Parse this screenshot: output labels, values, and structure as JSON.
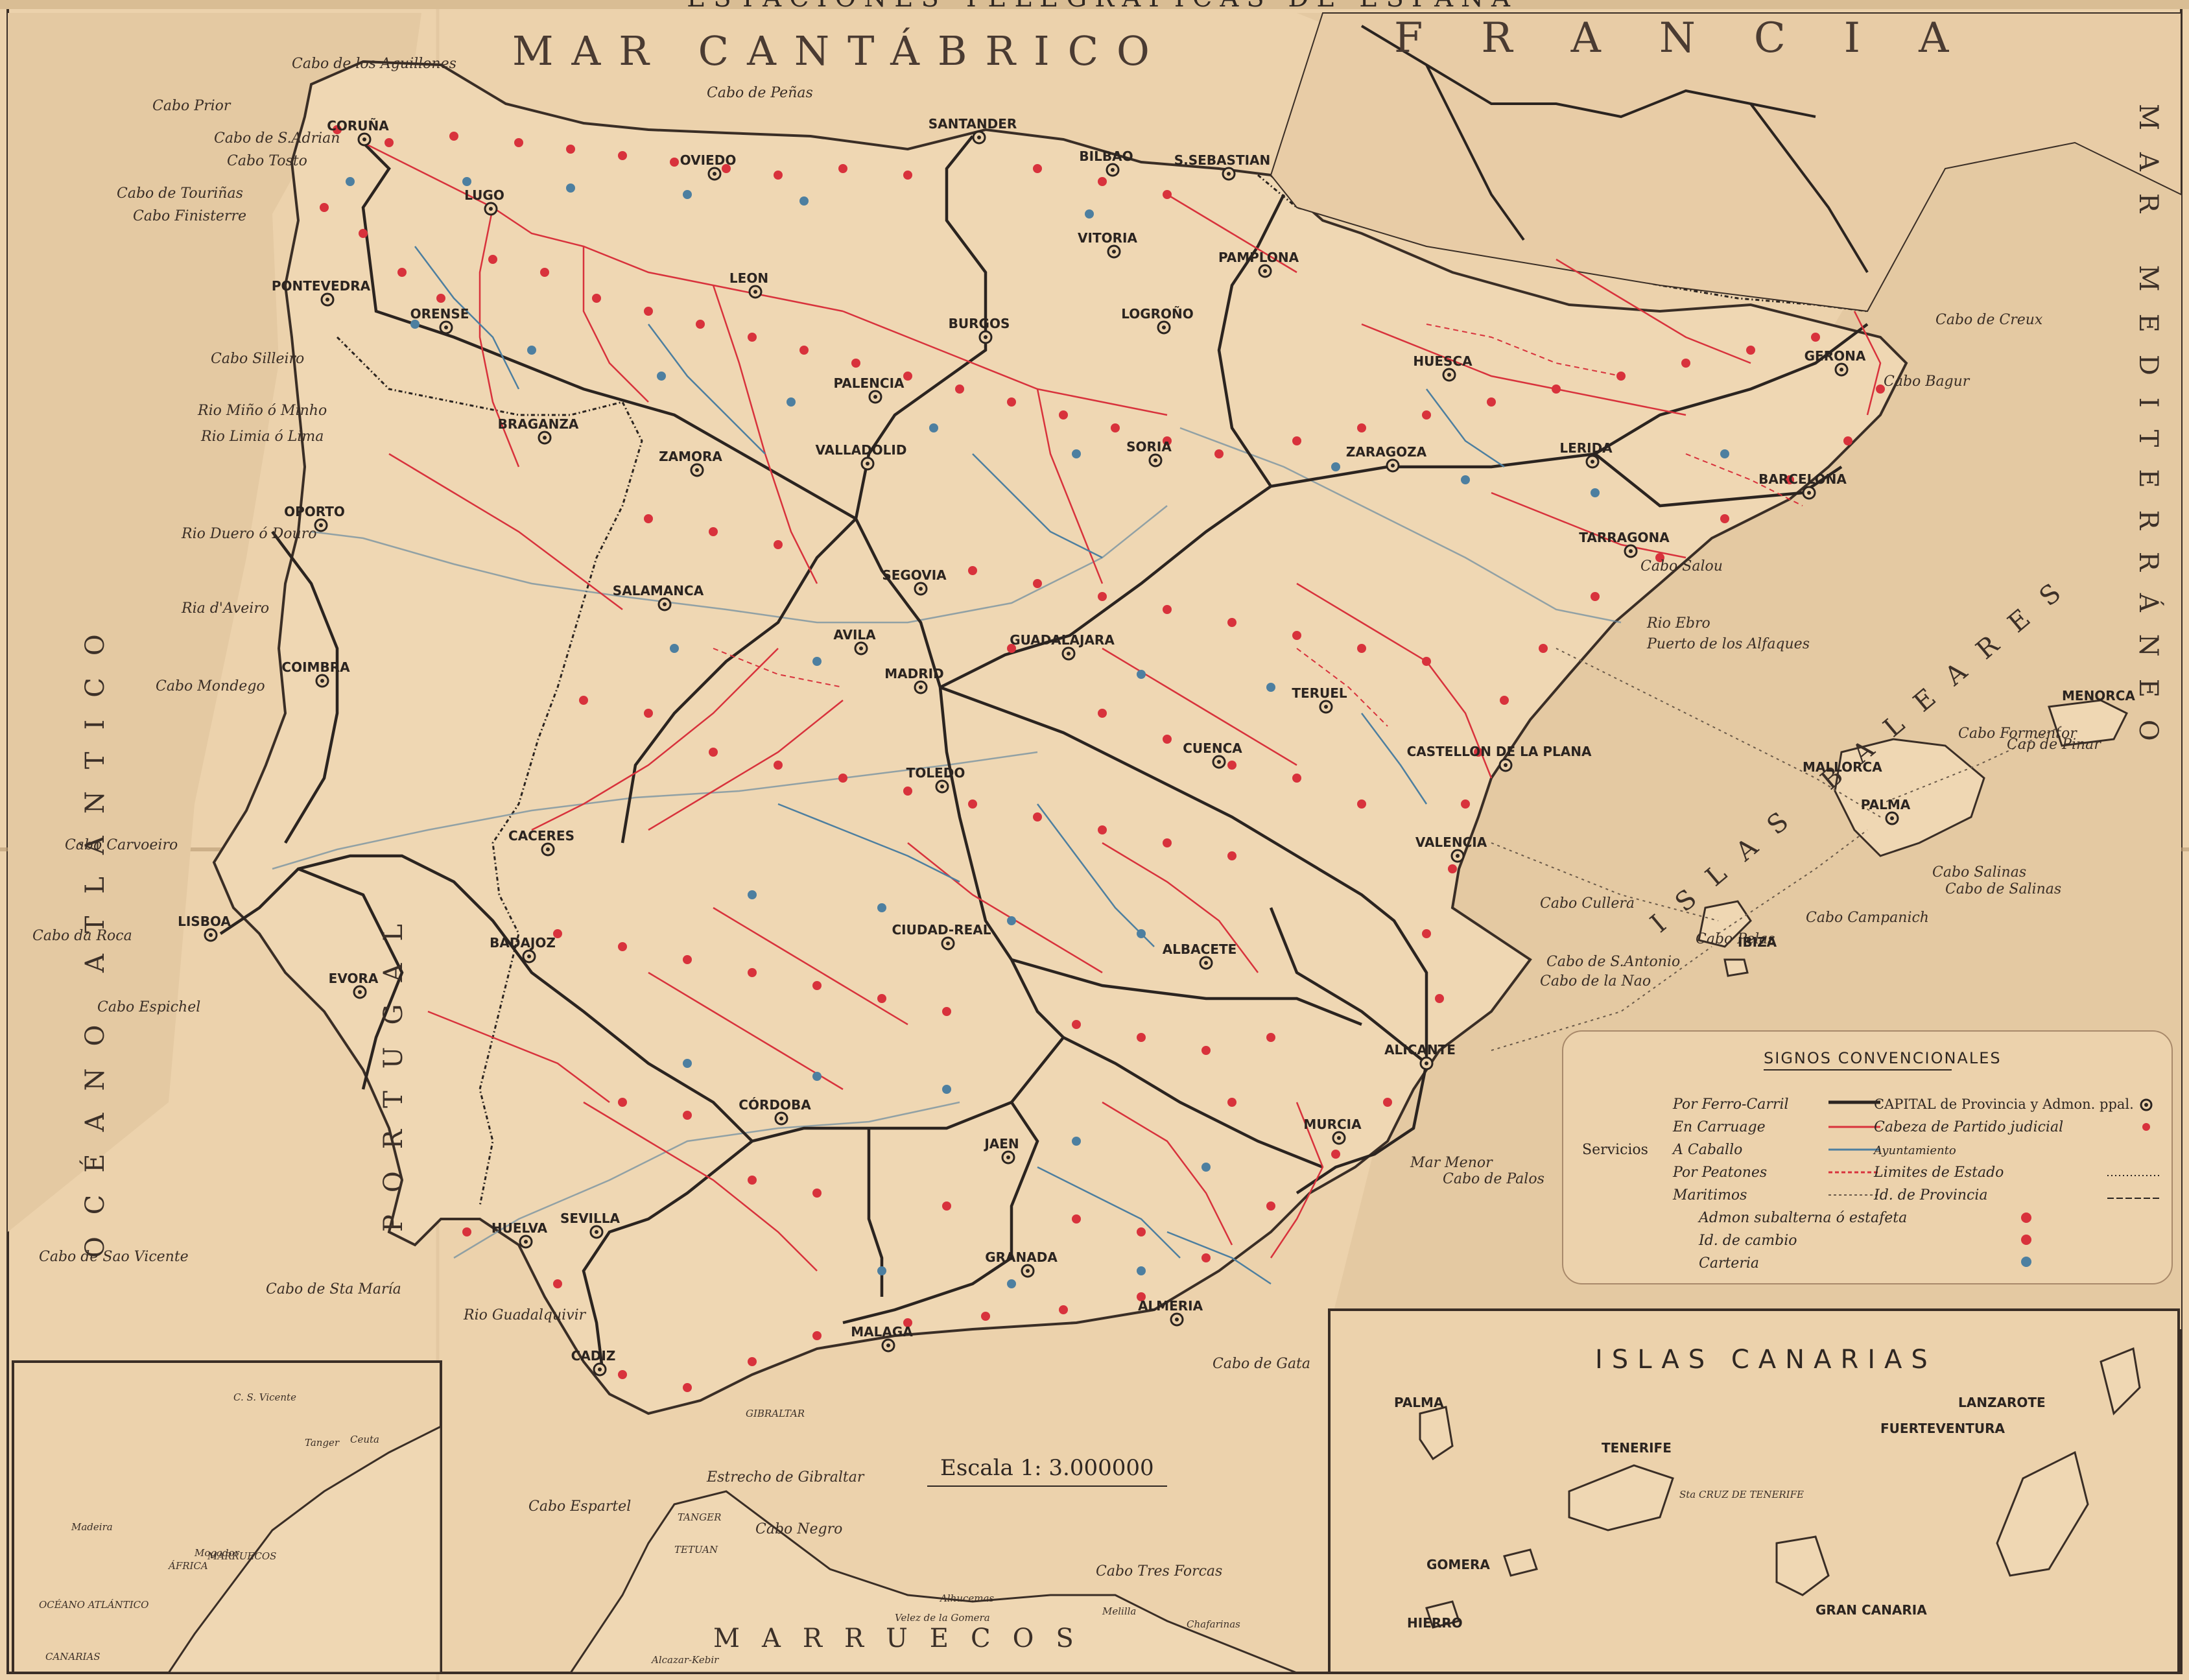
{
  "header": {
    "title_fragment": "ESTACIONES TELEGRAFICAS DE ESPAÑA"
  },
  "seas": {
    "cantabrico": "MAR CANTÁBRICO",
    "atlantico": "OCÉANO ATLÁNTICO",
    "mediterraneo": "MAR MEDITERRÁNEO",
    "francia": "FRANCIA",
    "portugal": "PORTUGAL",
    "marruecos": "MARRUECOS",
    "baleares": "ISLAS BALEARES",
    "canarias": "ISLAS CANARIAS"
  },
  "capitals": [
    {
      "name": "CORUÑA"
    },
    {
      "name": "LUGO"
    },
    {
      "name": "OVIEDO"
    },
    {
      "name": "SANTANDER"
    },
    {
      "name": "BILBAO"
    },
    {
      "name": "S.SEBASTIAN"
    },
    {
      "name": "PONTEVEDRA"
    },
    {
      "name": "ORENSE"
    },
    {
      "name": "LEON"
    },
    {
      "name": "VITORIA"
    },
    {
      "name": "PAMPLONA"
    },
    {
      "name": "BURGOS"
    },
    {
      "name": "LOGROÑO"
    },
    {
      "name": "PALENCIA"
    },
    {
      "name": "HUESCA"
    },
    {
      "name": "GERONA"
    },
    {
      "name": "ZAMORA"
    },
    {
      "name": "VALLADOLID"
    },
    {
      "name": "SORIA"
    },
    {
      "name": "ZARAGOZA"
    },
    {
      "name": "LERIDA"
    },
    {
      "name": "BARCELONA"
    },
    {
      "name": "TARRAGONA"
    },
    {
      "name": "SALAMANCA"
    },
    {
      "name": "SEGOVIA"
    },
    {
      "name": "AVILA"
    },
    {
      "name": "GUADALAJARA"
    },
    {
      "name": "MADRID"
    },
    {
      "name": "TERUEL"
    },
    {
      "name": "CUENCA"
    },
    {
      "name": "TOLEDO"
    },
    {
      "name": "CASTELLON DE LA PLANA"
    },
    {
      "name": "CACERES"
    },
    {
      "name": "VALENCIA"
    },
    {
      "name": "BADAJOZ"
    },
    {
      "name": "CIUDAD-REAL"
    },
    {
      "name": "ALBACETE"
    },
    {
      "name": "ALICANTE"
    },
    {
      "name": "CÓRDOBA"
    },
    {
      "name": "JAEN"
    },
    {
      "name": "MURCIA"
    },
    {
      "name": "SEVILLA"
    },
    {
      "name": "HUELVA"
    },
    {
      "name": "GRANADA"
    },
    {
      "name": "ALMERIA"
    },
    {
      "name": "MALAGA"
    },
    {
      "name": "CADIZ"
    },
    {
      "name": "PALMA"
    },
    {
      "name": "LISBOA"
    },
    {
      "name": "EVORA"
    },
    {
      "name": "OPORTO"
    },
    {
      "name": "COIMBRA"
    },
    {
      "name": "BRAGANZA"
    }
  ],
  "capes": [
    {
      "name": "Cabo de los Aguillones"
    },
    {
      "name": "Cabo de Peñas"
    },
    {
      "name": "Cabo Prior"
    },
    {
      "name": "Cabo de S.Adrian"
    },
    {
      "name": "Cabo Tosto"
    },
    {
      "name": "Cabo de Touriñas"
    },
    {
      "name": "Cabo Finisterre"
    },
    {
      "name": "Cabo Silleiro"
    },
    {
      "name": "Rio Miño ó Minho"
    },
    {
      "name": "Rio Limia ó Lima"
    },
    {
      "name": "Rio Duero ó Douro"
    },
    {
      "name": "Ria d'Aveiro"
    },
    {
      "name": "Cabo Mondego"
    },
    {
      "name": "Cabo Carvoeiro"
    },
    {
      "name": "Cabo da Roca"
    },
    {
      "name": "Cabo Espichel"
    },
    {
      "name": "Cabo de Sao Vicente"
    },
    {
      "name": "Cabo de Sta María"
    },
    {
      "name": "Rio Guadalquivir"
    },
    {
      "name": "Cabo de Creux"
    },
    {
      "name": "Cabo Bagur"
    },
    {
      "name": "Cabo Salou"
    },
    {
      "name": "Rio Ebro"
    },
    {
      "name": "Puerto de los Alfaques"
    },
    {
      "name": "Cabo Cullera"
    },
    {
      "name": "Cabo de S.Antonio"
    },
    {
      "name": "Cabo de la Nao"
    },
    {
      "name": "Cabo de Palos"
    },
    {
      "name": "Mar Menor"
    },
    {
      "name": "Cabo de Gata"
    },
    {
      "name": "Estrecho de Gibraltar"
    },
    {
      "name": "Cabo Espartel"
    },
    {
      "name": "Cabo Negro"
    },
    {
      "name": "Cabo Tres Forcas"
    },
    {
      "name": "Cabo Formentor"
    },
    {
      "name": "Cap de Pinar"
    },
    {
      "name": "Cabo Salinas"
    },
    {
      "name": "Cabo de Salinas"
    },
    {
      "name": "Cabo Campanich"
    },
    {
      "name": "Cabo Pelas"
    }
  ],
  "islands": {
    "menorca": "MENORCA",
    "mallorca": "MALLORCA",
    "ibiza": "IBIZA",
    "palma": "PALMA",
    "tenerife": "TENERIFE",
    "gomera": "GOMERA",
    "hierro": "HIERRO",
    "gran_canaria": "GRAN CANARIA",
    "lanzarote": "LANZAROTE",
    "fuerteventura": "FUERTEVENTURA",
    "santa_cruz": "Sta CRUZ DE TENERIFE"
  },
  "inset_africa": {
    "labels": [
      "OCÉANO ATLÁNTICO",
      "ÁFRICA",
      "MARRUECOS",
      "CANARIAS",
      "C. S. Vicente",
      "Tanger",
      "Ceuta",
      "Madeira",
      "Mogador"
    ]
  },
  "morocco_labels": [
    "TANGER",
    "TETUAN",
    "Alcazar-Kebir",
    "Melilla",
    "Chafarinas",
    "Velez de la Gomera",
    "Alhucemas",
    "GIBRALTAR"
  ],
  "legend": {
    "title": "SIGNOS CONVENCIONALES",
    "servicios_label": "Servicios",
    "rows": [
      {
        "left": "Por Ferro-Carril",
        "right": "CAPITAL de Provincia y Admon. ppal."
      },
      {
        "left": "En Carruage",
        "right": "Cabeza de Partido judicial"
      },
      {
        "left": "A Caballo",
        "right": "Ayuntamiento"
      },
      {
        "left": "Por Peatones",
        "right": "Limites de Estado"
      },
      {
        "left": "Maritimos",
        "right": "Id. de Provincia"
      }
    ],
    "bottom_rows": [
      {
        "text": "Admon subalterna ó estafeta"
      },
      {
        "text": "Id. de cambio"
      },
      {
        "text": "Carteria"
      }
    ]
  },
  "scale": {
    "label": "Escala 1: 3.000000"
  },
  "colors": {
    "paper": "#ecd2ac",
    "rail": "#2b2420",
    "carriage": "#d8323c",
    "horse": "#4d7fa0",
    "border": "#2b2420",
    "dot_red": "#d8323c",
    "dot_blue": "#4d7fa0"
  }
}
